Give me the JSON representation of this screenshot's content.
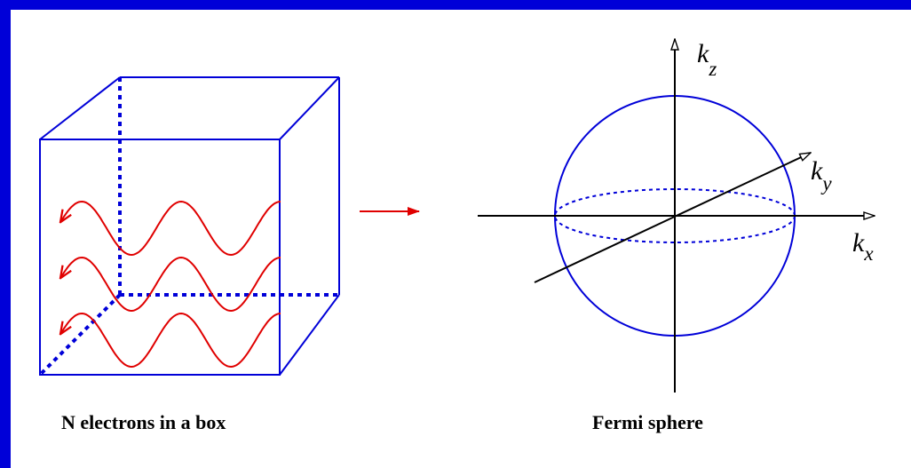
{
  "captions": {
    "left": "N electrons in a box",
    "right": "Fermi sphere"
  },
  "axes": {
    "kx": {
      "base": "k",
      "sub": "x"
    },
    "ky": {
      "base": "k",
      "sub": "y"
    },
    "kz": {
      "base": "k",
      "sub": "z"
    }
  },
  "colors": {
    "frame": "#0000d8",
    "box": "#0000d8",
    "wave": "#e00000",
    "sphere": "#0000d8",
    "axes": "#000000"
  }
}
